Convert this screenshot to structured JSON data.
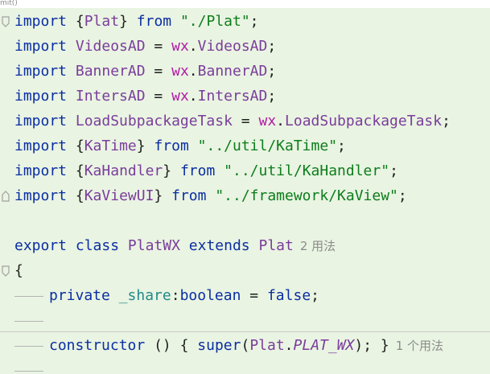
{
  "top_fragment": "mit()",
  "code": {
    "import_lines": [
      {
        "kw": "import",
        "open": "{",
        "name": "Plat",
        "close": "}",
        "from": "from",
        "path": "\"./Plat\"",
        "end": ";"
      },
      {
        "kw": "import",
        "name": "VideosAD",
        "eq": "=",
        "wx": "wx",
        "dot": ".",
        "prop": "VideosAD",
        "end": ";"
      },
      {
        "kw": "import",
        "name": "BannerAD",
        "eq": "=",
        "wx": "wx",
        "dot": ".",
        "prop": "BannerAD",
        "end": ";"
      },
      {
        "kw": "import",
        "name": "IntersAD",
        "eq": "=",
        "wx": "wx",
        "dot": ".",
        "prop": "IntersAD",
        "end": ";"
      },
      {
        "kw": "import",
        "name": "LoadSubpackageTask",
        "eq": "=",
        "wx": "wx",
        "dot": ".",
        "prop": "LoadSubpackageTask",
        "end": ";"
      },
      {
        "kw": "import",
        "open": "{",
        "name": "KaTime",
        "close": "}",
        "from": "from",
        "path": "\"../util/KaTime\"",
        "end": ";"
      },
      {
        "kw": "import",
        "open": "{",
        "name": "KaHandler",
        "close": "}",
        "from": "from",
        "path": "\"../util/KaHandler\"",
        "end": ";"
      },
      {
        "kw": "import",
        "open": "{",
        "name": "KaViewUI",
        "close": "}",
        "from": "from",
        "path": "\"../framework/KaView\"",
        "end": ";"
      }
    ],
    "class_decl": {
      "export": "export",
      "class": "class",
      "name": "PlatWX",
      "extends": "extends",
      "parent": "Plat",
      "hint": "2 用法"
    },
    "open_brace": "{",
    "field_line": {
      "modifier": "private",
      "name": "_share",
      "colon": ":",
      "type": "boolean",
      "eq": "=",
      "value": "false",
      "end": ";"
    },
    "ctor_line": {
      "kw": "constructor",
      "parens": "()",
      "brace": "{",
      "super": "super",
      "open": "(",
      "obj": "Plat",
      "dot": ".",
      "const": "PLAT_WX",
      "close": ");",
      "end_brace": "}",
      "hint": "1 个用法"
    }
  },
  "colors": {
    "background": "#e9f4e2",
    "keyword": "#0b2ea3",
    "string": "#0d7d1c",
    "identifier": "#7a3d9b",
    "wx": "#b21aa6",
    "field": "#238a8a",
    "hint": "#8c8c8c"
  },
  "icons": [
    "fold-marker-icon"
  ]
}
